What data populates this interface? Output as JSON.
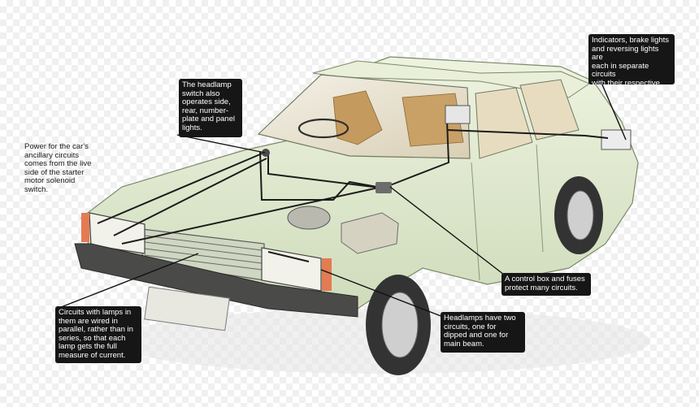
{
  "labels": {
    "power": "Power for the car's\nancillary circuits\ncomes from the live\nside of the starter\nmotor solenoid\nswitch.",
    "headlamp_switch": "The headlamp\nswitch also\noperates side,\nrear, number-\nplate and panel\nlights.",
    "indicators": "Indicators, brake lights\nand reversing lights are\neach in separate circuits\nwith their respective\nswitches.",
    "control_box": "A control box and fuses\nprotect many circuits.",
    "headlamps": "Headlamps have two\ncircuits, one for\ndipped and one for\nmain beam.",
    "parallel": "Circuits with lamps in\nthem are wired in\nparallel, rather than in\nseries, so that each\nlamp gets the full\nmeasure of current."
  },
  "colors": {
    "callout_bg": "#161616",
    "callout_text": "#ffffff",
    "body_paint": "#dfe8cf",
    "wire": "#1c1c1c"
  }
}
